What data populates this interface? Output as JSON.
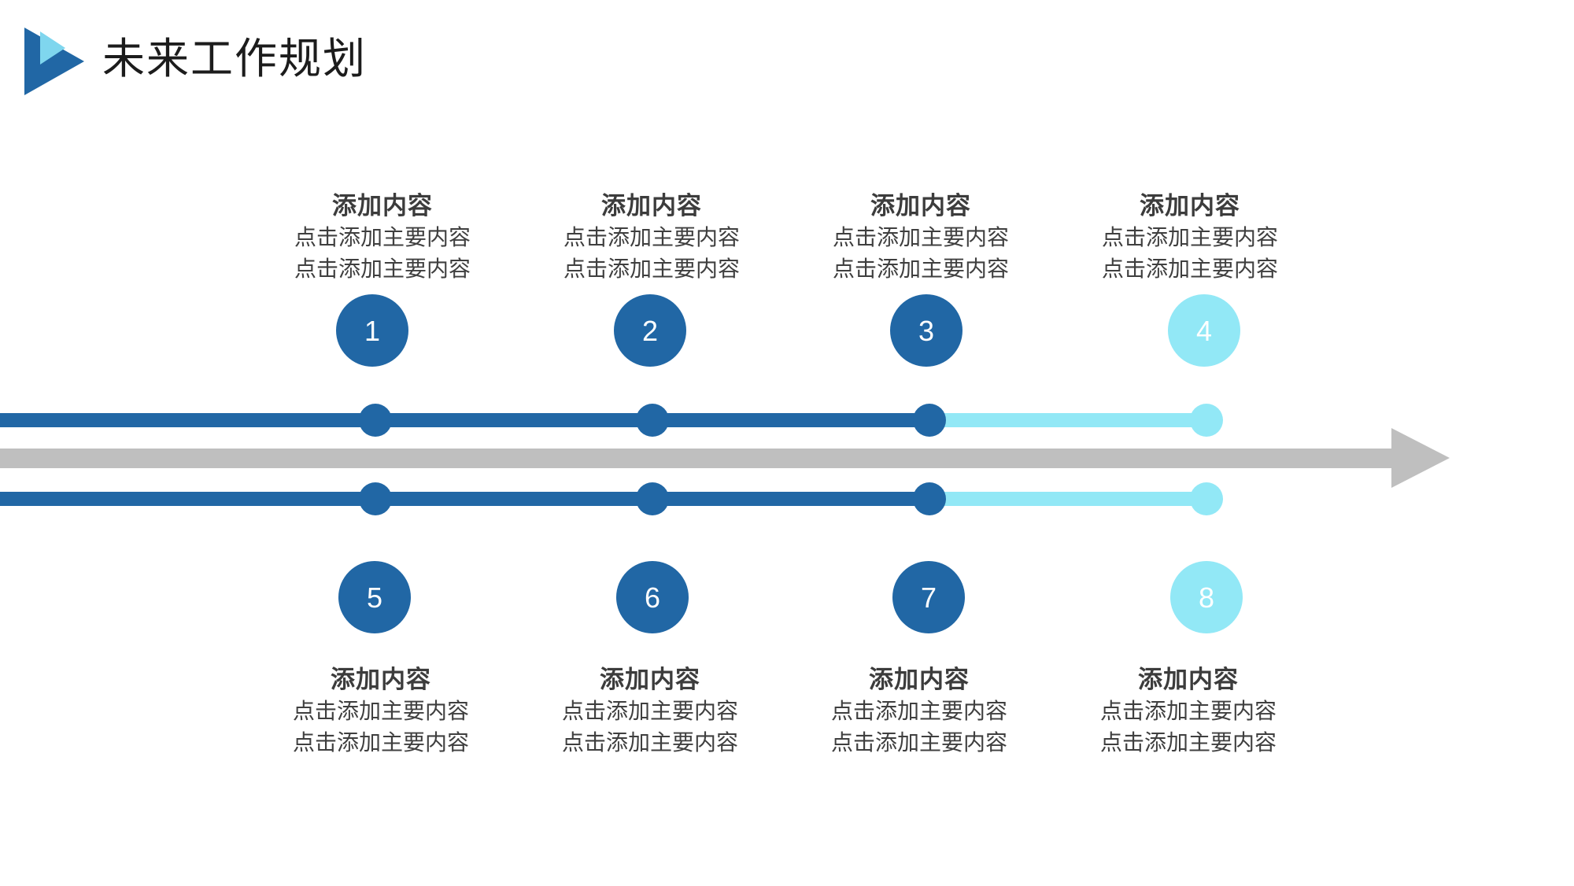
{
  "title": "未来工作规划",
  "colors": {
    "dark_blue": "#2167A5",
    "light_blue": "#92E8F6",
    "gray": "#BFBFBF",
    "logo_light": "#7FD6EE"
  },
  "top_steps": [
    {
      "number": "1",
      "heading": "添加内容",
      "line1": "点击添加主要内容",
      "line2": "点击添加主要内容",
      "color": "dark"
    },
    {
      "number": "2",
      "heading": "添加内容",
      "line1": "点击添加主要内容",
      "line2": "点击添加主要内容",
      "color": "dark"
    },
    {
      "number": "3",
      "heading": "添加内容",
      "line1": "点击添加主要内容",
      "line2": "点击添加主要内容",
      "color": "dark"
    },
    {
      "number": "4",
      "heading": "添加内容",
      "line1": "点击添加主要内容",
      "line2": "点击添加主要内容",
      "color": "light"
    }
  ],
  "bottom_steps": [
    {
      "number": "5",
      "heading": "添加内容",
      "line1": "点击添加主要内容",
      "line2": "点击添加主要内容",
      "color": "dark"
    },
    {
      "number": "6",
      "heading": "添加内容",
      "line1": "点击添加主要内容",
      "line2": "点击添加主要内容",
      "color": "dark"
    },
    {
      "number": "7",
      "heading": "添加内容",
      "line1": "点击添加主要内容",
      "line2": "点击添加主要内容",
      "color": "dark"
    },
    {
      "number": "8",
      "heading": "添加内容",
      "line1": "点击添加主要内容",
      "line2": "点击添加主要内容",
      "color": "light"
    }
  ]
}
